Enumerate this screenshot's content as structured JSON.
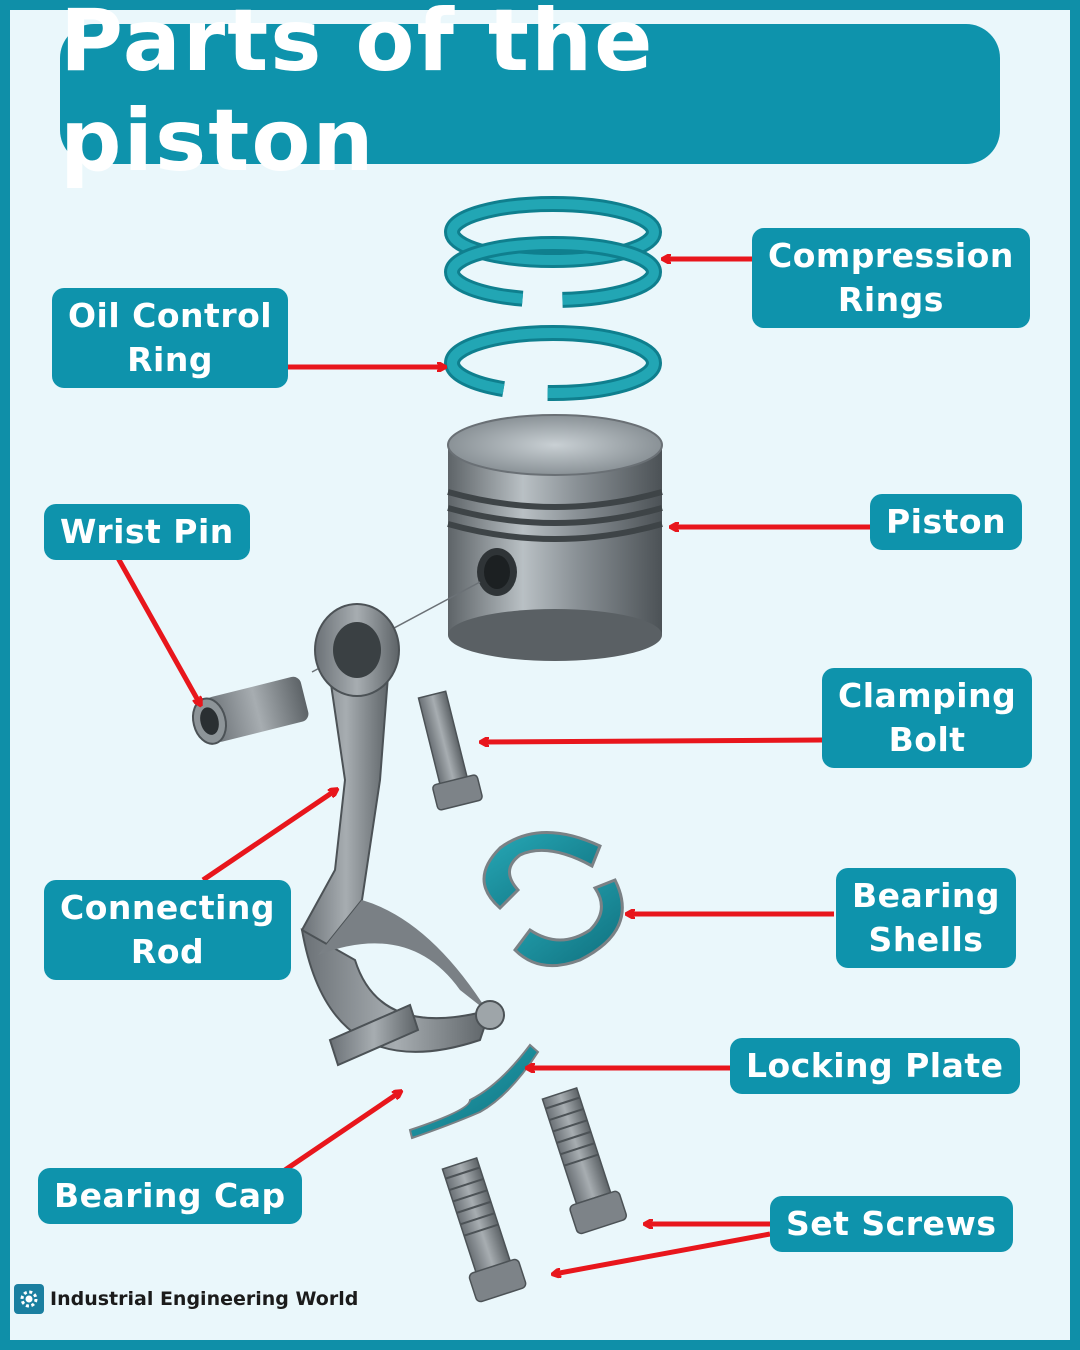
{
  "title": "Parts of the piston",
  "labels": {
    "compression_rings": [
      "Compression",
      "Rings"
    ],
    "oil_control_ring": [
      "Oil Control",
      "Ring"
    ],
    "piston": "Piston",
    "wrist_pin": "Wrist Pin",
    "clamping_bolt": [
      "Clamping",
      "Bolt"
    ],
    "connecting_rod": [
      "Connecting",
      "Rod"
    ],
    "bearing_shells": [
      "Bearing",
      "Shells"
    ],
    "locking_plate": "Locking Plate",
    "bearing_cap": "Bearing Cap",
    "set_screws": "Set Screws"
  },
  "footer": {
    "brand": "Industrial Engineering World",
    "icon": "gear-icon"
  },
  "colors": {
    "frame": "#0f8fa8",
    "background": "#eaf7fb",
    "label_bg": "#0e93ac",
    "arrow": "#e8161c",
    "ring": "#1a9fad"
  }
}
